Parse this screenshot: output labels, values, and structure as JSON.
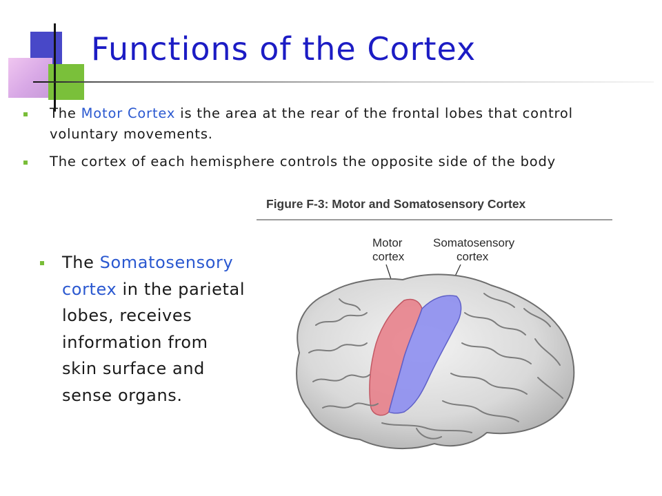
{
  "slide": {
    "title": "Functions of the Cortex",
    "bullets": [
      {
        "before": "The ",
        "highlight": "Motor Cortex",
        "after": " is the area at the rear of the frontal lobes that control voluntary movements."
      },
      {
        "text": "The cortex of each hemisphere controls the opposite side of the body"
      }
    ],
    "side_bullet": {
      "before": "The ",
      "highlight": "Somatosensory cortex",
      "after": " in the parietal lobes, receives information from skin surface and sense organs."
    }
  },
  "figure": {
    "caption": "Figure F-3: Motor and Somatosensory Cortex",
    "label_motor_line1": "Motor",
    "label_motor_line2": "cortex",
    "label_somato_line1": "Somatosensory",
    "label_somato_line2": "cortex"
  },
  "colors": {
    "title": "#1c1cc4",
    "accent_text": "#2a58d0",
    "bullet_square": "#79bd38",
    "motor_region": "#e87b86",
    "somatosensory_region": "#8d8ef0"
  }
}
